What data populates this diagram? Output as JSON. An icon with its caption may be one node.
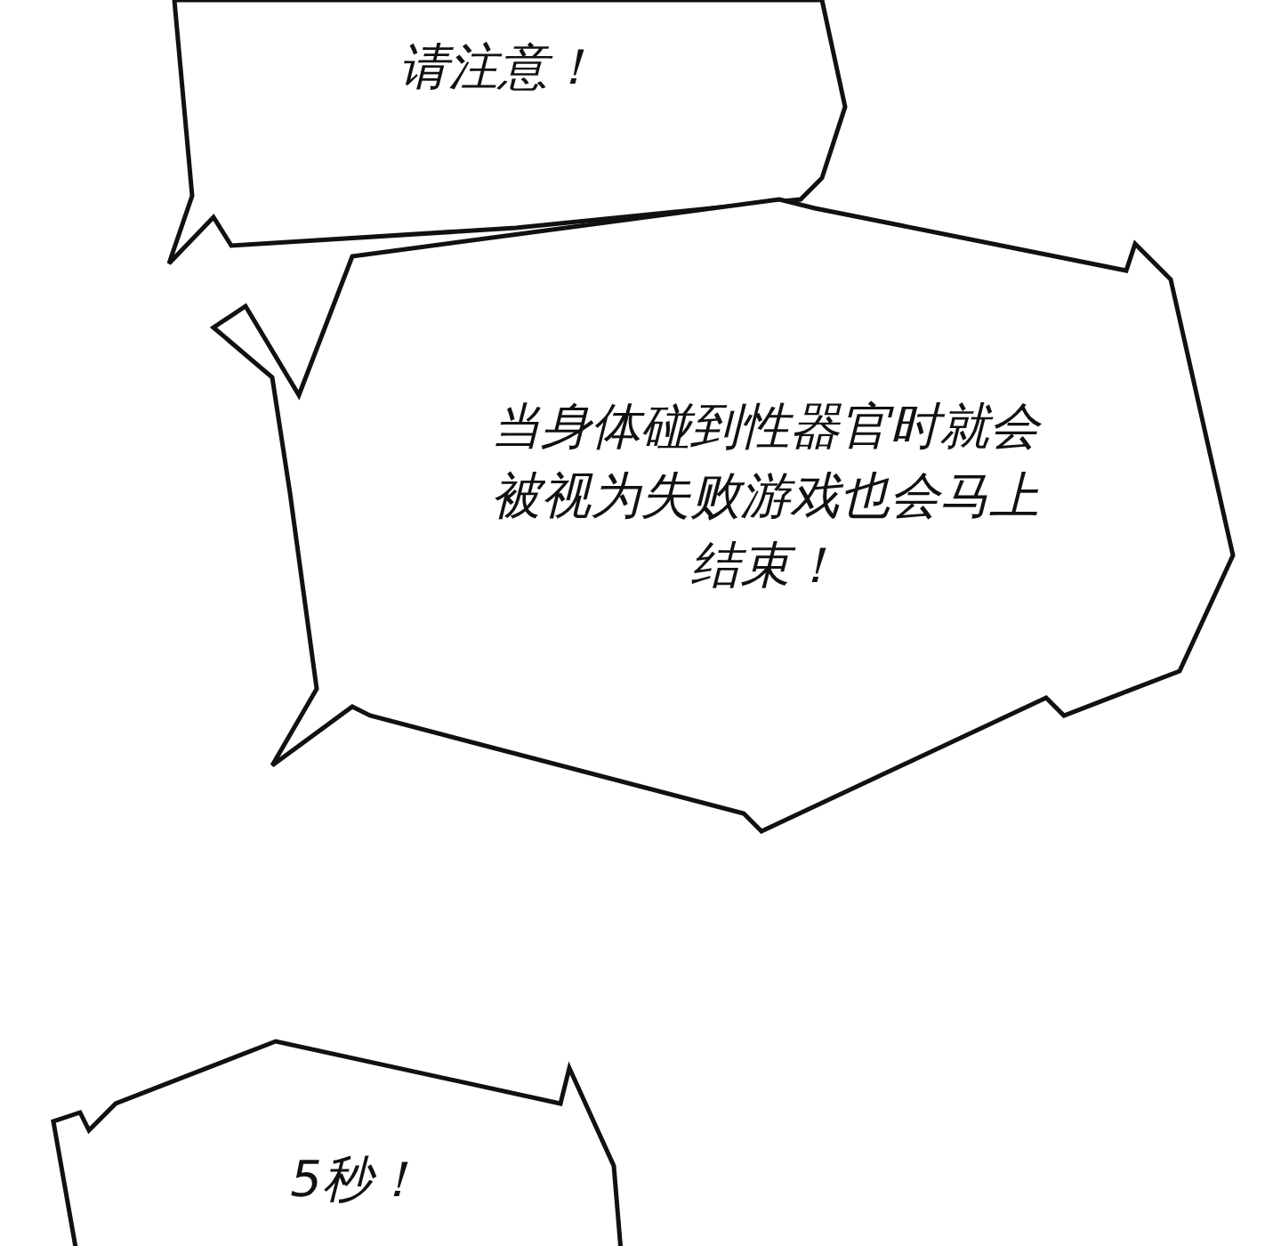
{
  "diagram": {
    "nodes": [
      {
        "text": [
          "请注意！"
        ]
      },
      {
        "text": [
          "当身体碰到性器官时就会被视为失败游戏也会马上结束！"
        ]
      },
      {
        "text": [
          "5秒！"
        ]
      }
    ]
  }
}
